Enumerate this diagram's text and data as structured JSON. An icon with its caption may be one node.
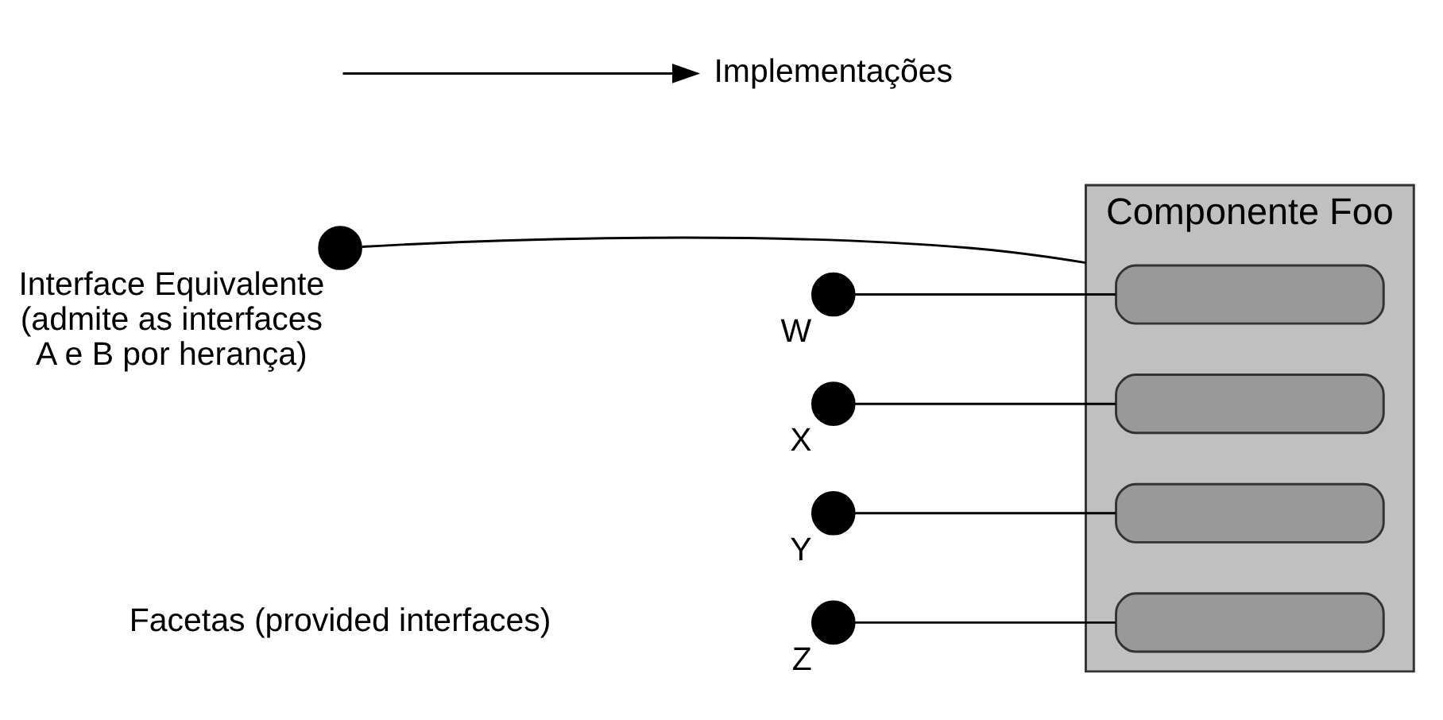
{
  "diagram": {
    "nodes": [
      {
        "text": [],
        "shape": "circle",
        "beside": [
          "Interface Equivalente (admite as interfaces A e B por herança)"
        ]
      },
      {
        "text": [
          "Componente Foo"
        ]
      },
      {
        "text": [],
        "shape": "box",
        "in": 1
      },
      {
        "text": [],
        "shape": "box",
        "in": 1
      },
      {
        "text": [],
        "shape": "box",
        "in": 1
      },
      {
        "text": [],
        "shape": "box",
        "in": 1
      },
      {
        "text": [],
        "shape": "circle",
        "beside": [
          "W"
        ]
      },
      {
        "text": [],
        "shape": "circle",
        "beside": [
          "X"
        ]
      },
      {
        "text": [],
        "shape": "circle",
        "beside": [
          "Y"
        ]
      },
      {
        "text": [],
        "shape": "circle",
        "beside": [
          "Z"
        ]
      },
      {
        "text": [
          "Implementações"
        ]
      }
    ],
    "edges": [
      {
        "from": 0,
        "to": 1,
        "arrow": "none"
      },
      {
        "from": 6,
        "to": 2,
        "arrow": "none"
      },
      {
        "from": 7,
        "to": 3,
        "arrow": "none"
      },
      {
        "from": 8,
        "to": 4,
        "arrow": "none"
      },
      {
        "from": 9,
        "to": 5,
        "arrow": "none"
      },
      {
        "from": null,
        "to": 10,
        "arrow": "to"
      }
    ],
    "labels": [
      "Facetas (provided interfaces)"
    ]
  }
}
